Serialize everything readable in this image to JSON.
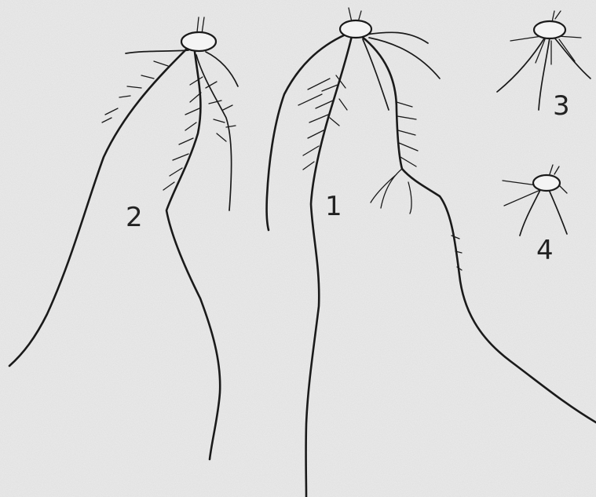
{
  "figure": {
    "labels": [
      "1",
      "2",
      "3",
      "4"
    ]
  }
}
